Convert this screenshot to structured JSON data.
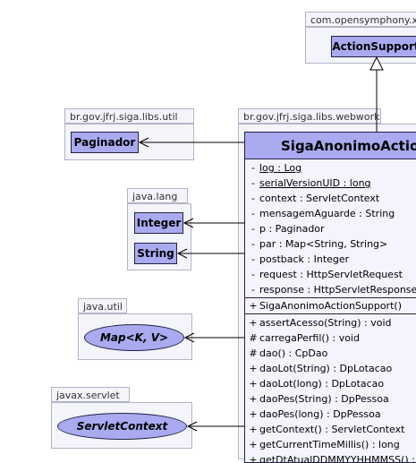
{
  "packages": {
    "opensymphony": {
      "name": "com.opensymphony.x",
      "classes": [
        "ActionSupport"
      ]
    },
    "util": {
      "name": "br.gov.jfrj.siga.libs.util",
      "classes": [
        "Paginador"
      ]
    },
    "webwork": {
      "name": "br.gov.jfrj.siga.libs.webwork"
    },
    "lang": {
      "name": "java.lang",
      "classes": [
        "Integer",
        "String"
      ]
    },
    "javautil": {
      "name": "java.util",
      "interfaces": [
        "Map<K, V>"
      ]
    },
    "servlet": {
      "name": "javax.servlet",
      "interfaces": [
        "ServletContext"
      ]
    }
  },
  "main_class": {
    "name": "SigaAnonimoAction",
    "attributes": [
      {
        "vis": "-",
        "text": "log : Log",
        "static": true
      },
      {
        "vis": "-",
        "text": "serialVersionUID : long",
        "static": true
      },
      {
        "vis": "-",
        "text": "context : ServletContext",
        "static": false
      },
      {
        "vis": "-",
        "text": "mensagemAguarde : String",
        "static": false
      },
      {
        "vis": "-",
        "text": "p : Paginador",
        "static": false
      },
      {
        "vis": "-",
        "text": "par : Map<String, String>",
        "static": false
      },
      {
        "vis": "-",
        "text": "postback : Integer",
        "static": false
      },
      {
        "vis": "-",
        "text": "request : HttpServletRequest",
        "static": false
      },
      {
        "vis": "-",
        "text": "response : HttpServletResponse",
        "static": false
      }
    ],
    "constructors": [
      {
        "vis": "+",
        "text": "SigaAnonimoActionSupport()"
      }
    ],
    "operations": [
      {
        "vis": "+",
        "text": "assertAcesso(String) : void"
      },
      {
        "vis": "#",
        "text": "carregaPerfil() : void"
      },
      {
        "vis": "#",
        "text": "dao() : CpDao"
      },
      {
        "vis": "+",
        "text": "daoLot(String) : DpLotacao"
      },
      {
        "vis": "+",
        "text": "daoLot(long) : DpLotacao"
      },
      {
        "vis": "+",
        "text": "daoPes(String) : DpPessoa"
      },
      {
        "vis": "+",
        "text": "daoPes(long) : DpPessoa"
      },
      {
        "vis": "+",
        "text": "getContext() : ServletContext"
      },
      {
        "vis": "+",
        "text": "getCurrentTimeMillis() : long"
      },
      {
        "vis": "+",
        "text": "getDtAtualDDMMYYHHMMSS() : String"
      }
    ]
  },
  "colors": {
    "class_fill": "#aaaaf0",
    "package_fill": "#f4f4fb",
    "border": "#222244"
  }
}
